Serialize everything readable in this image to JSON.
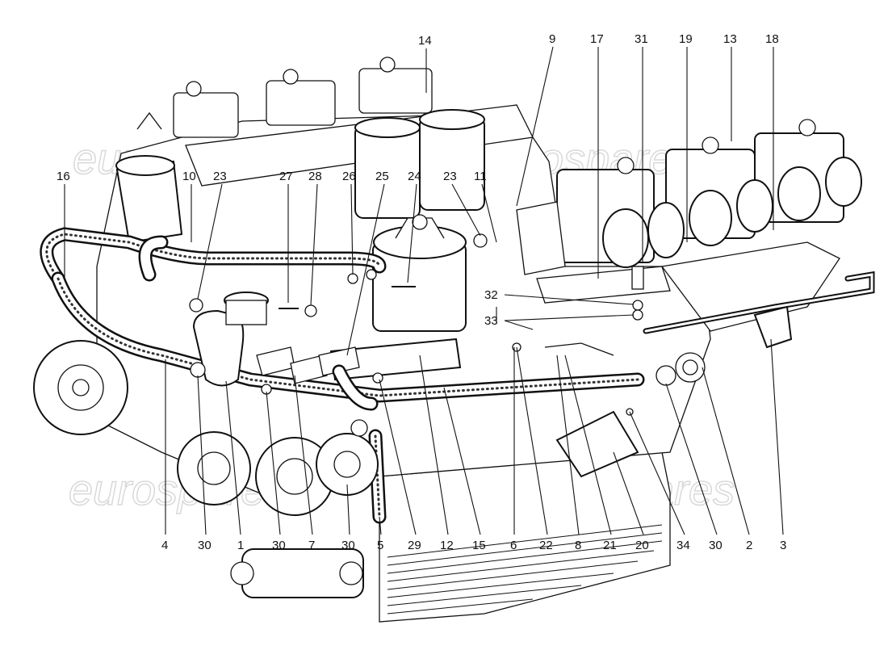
{
  "watermarks": [
    "eurospares",
    "eurospares",
    "eurospares",
    "eurospares"
  ],
  "callouts": [
    {
      "id": "c16",
      "text": "16"
    },
    {
      "id": "c10",
      "text": "10"
    },
    {
      "id": "c23a",
      "text": "23"
    },
    {
      "id": "c27",
      "text": "27"
    },
    {
      "id": "c28",
      "text": "28"
    },
    {
      "id": "c26",
      "text": "26"
    },
    {
      "id": "c25",
      "text": "25"
    },
    {
      "id": "c24",
      "text": "24"
    },
    {
      "id": "c23b",
      "text": "23"
    },
    {
      "id": "c11",
      "text": "11"
    },
    {
      "id": "c14",
      "text": "14"
    },
    {
      "id": "c9",
      "text": "9"
    },
    {
      "id": "c17",
      "text": "17"
    },
    {
      "id": "c31",
      "text": "31"
    },
    {
      "id": "c19",
      "text": "19"
    },
    {
      "id": "c13",
      "text": "13"
    },
    {
      "id": "c18",
      "text": "18"
    },
    {
      "id": "c32",
      "text": "32"
    },
    {
      "id": "c33",
      "text": "33"
    },
    {
      "id": "c4",
      "text": "4"
    },
    {
      "id": "c30a",
      "text": "30"
    },
    {
      "id": "c1",
      "text": "1"
    },
    {
      "id": "c30b",
      "text": "30"
    },
    {
      "id": "c7",
      "text": "7"
    },
    {
      "id": "c30c",
      "text": "30"
    },
    {
      "id": "c5",
      "text": "5"
    },
    {
      "id": "c29",
      "text": "29"
    },
    {
      "id": "c12",
      "text": "12"
    },
    {
      "id": "c15",
      "text": "15"
    },
    {
      "id": "c6",
      "text": "6"
    },
    {
      "id": "c22",
      "text": "22"
    },
    {
      "id": "c8",
      "text": "8"
    },
    {
      "id": "c21",
      "text": "21"
    },
    {
      "id": "c20",
      "text": "20"
    },
    {
      "id": "c34",
      "text": "34"
    },
    {
      "id": "c30d",
      "text": "30"
    },
    {
      "id": "c2",
      "text": "2"
    },
    {
      "id": "c3",
      "text": "3"
    }
  ]
}
